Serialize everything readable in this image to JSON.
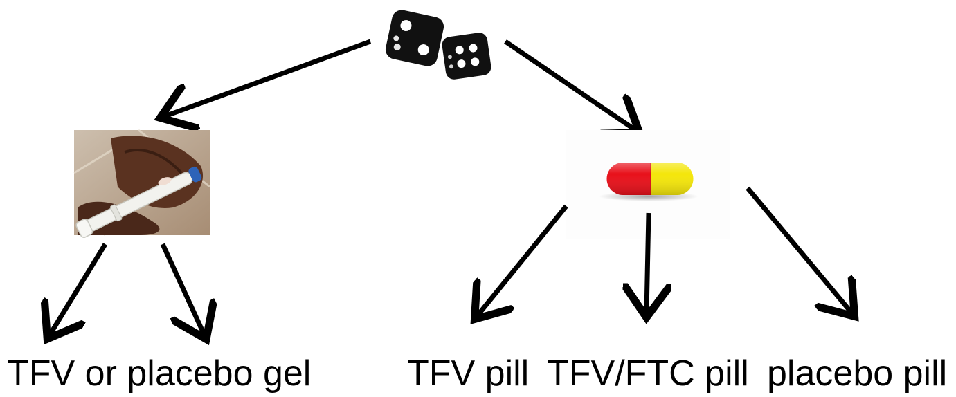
{
  "diagram": {
    "labels": {
      "gel_option": "TFV  or placebo gel",
      "tfv_pill": "TFV pill",
      "tfv_ftc_pill": "TFV/FTC pill",
      "placebo_pill": "placebo pill"
    },
    "colors": {
      "arrow": "#000000",
      "die_body": "#111111",
      "die_pip": "#ffffff",
      "pill_red": "#e8101a",
      "pill_yellow": "#f4e60a",
      "photo_bg": "#b9a48e",
      "skin": "#5a3220",
      "applicator": "#f2f2ee",
      "applicator_cap": "#2e63b8"
    },
    "icons": {
      "randomizer": "dice-icon",
      "gel": "gel-applicator-photo",
      "pill": "capsule-pill-icon"
    }
  }
}
